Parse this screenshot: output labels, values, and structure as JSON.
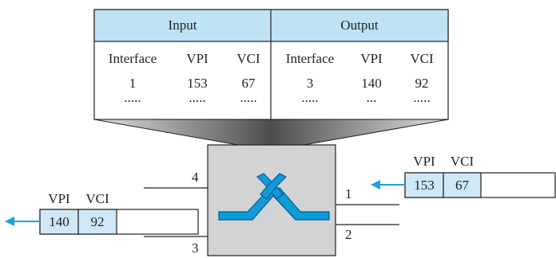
{
  "table": {
    "groups": [
      "Input",
      "Output"
    ],
    "columns": [
      "Interface",
      "VPI",
      "VCI",
      "Interface",
      "VPI",
      "VCI"
    ],
    "row": [
      "1",
      "153",
      "67",
      "3",
      "140",
      "92"
    ],
    "ellipsis": [
      ".....",
      ".....",
      ".....",
      ".....",
      "...",
      "....."
    ]
  },
  "switch": {
    "ports": [
      "4",
      "1",
      "2",
      "3"
    ]
  },
  "incoming_cell": {
    "header_labels": [
      "VPI",
      "VCI"
    ],
    "vpi": "153",
    "vci": "67"
  },
  "outgoing_cell": {
    "header_labels": [
      "VPI",
      "VCI"
    ],
    "vpi": "140",
    "vci": "92"
  },
  "colors": {
    "table_header_fill": "#bfe3f4",
    "cell_fill": "#cfe8f6",
    "switch_fill": "#d1d3d4",
    "fabric_blue": "#0e9bd8",
    "arrow_blue": "#1aa3dd",
    "funnel_dark": "#5a5a5a",
    "funnel_light": "#d6d6d6"
  }
}
